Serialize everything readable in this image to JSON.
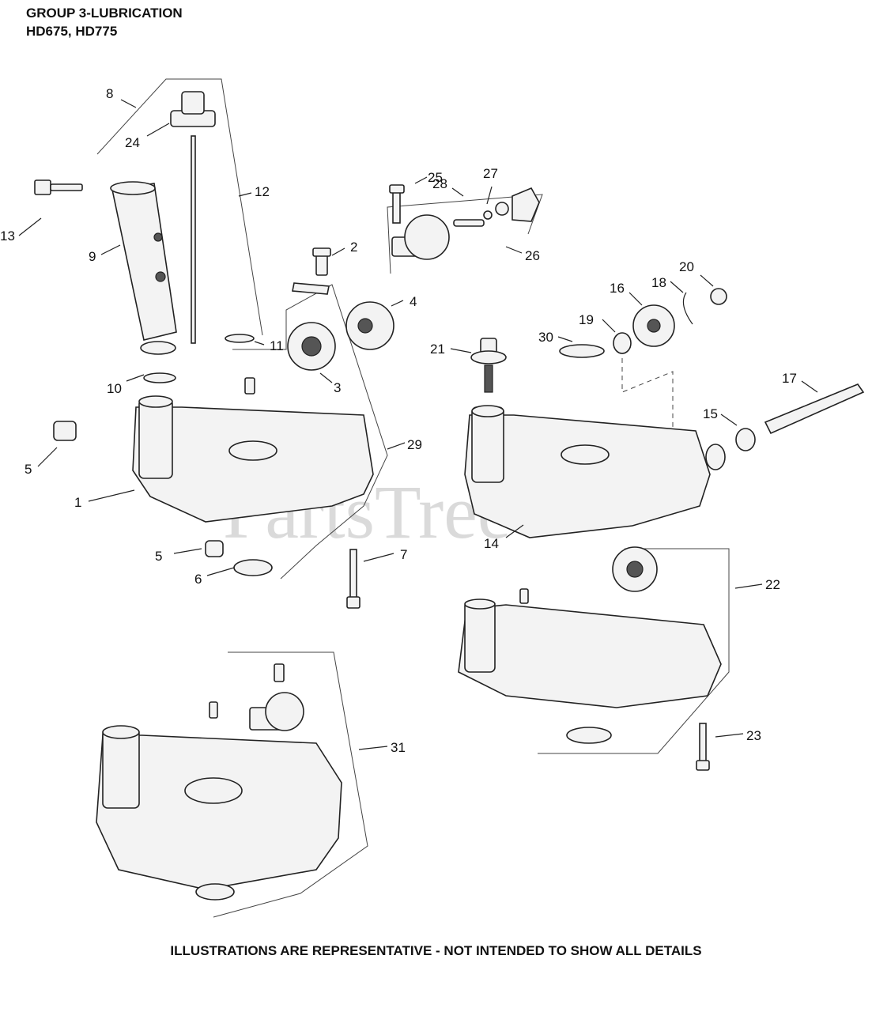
{
  "header": {
    "title_line1": "GROUP 3-LUBRICATION",
    "title_line2": "HD675, HD775"
  },
  "watermark": "PartsTree",
  "footer": "ILLUSTRATIONS ARE REPRESENTATIVE - NOT INTENDED TO SHOW ALL DETAILS",
  "callouts": {
    "c1": "1",
    "c2": "2",
    "c3": "3",
    "c4": "4",
    "c5a": "5",
    "c5b": "5",
    "c6": "6",
    "c7": "7",
    "c8": "8",
    "c9": "9",
    "c10": "10",
    "c11": "11",
    "c12": "12",
    "c13": "13",
    "c14": "14",
    "c15": "15",
    "c16": "16",
    "c17": "17",
    "c18": "18",
    "c19": "19",
    "c20": "20",
    "c21": "21",
    "c22": "22",
    "c23": "23",
    "c24": "24",
    "c25": "25",
    "c26": "26",
    "c27": "27",
    "c28": "28",
    "c29": "29",
    "c30": "30",
    "c31": "31"
  }
}
